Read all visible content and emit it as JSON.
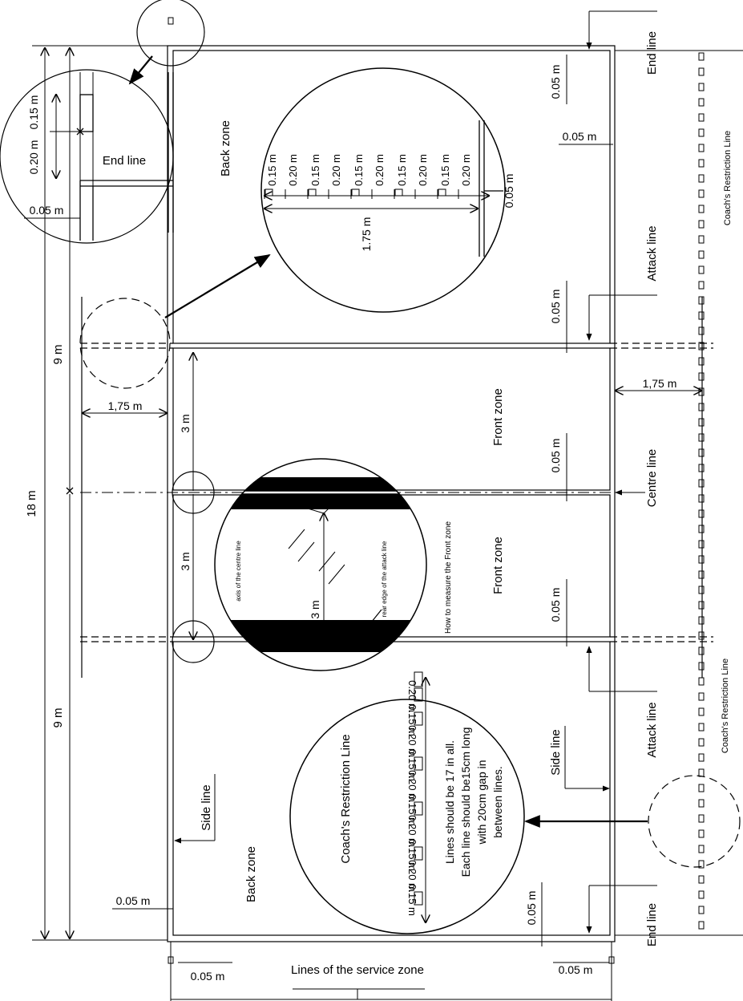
{
  "labels": {
    "back_zone_top": "Back zone",
    "back_zone_bottom": "Back zone",
    "front_zone_upper": "Front zone",
    "front_zone_lower": "Front zone",
    "end_line_top": "End line",
    "end_line_bottom": "End line",
    "attack_line_top": "Attack line",
    "attack_line_bottom": "Attack line",
    "centre_line": "Centre line",
    "side_line_right": "Side line",
    "side_line_left": "Side line",
    "coach_line_top": "Coach's Restriction Line",
    "coach_line_bottom": "Coach's Restriction Line",
    "service_zone": "Lines of the service zone",
    "end_line_detail": "End line",
    "how_to_measure": "How to measure the Front zone",
    "axis_centre": "axis of the centre line",
    "rear_edge": "rear edge\nof the attack line",
    "coach_detail_title": "Coach's Restriction Line",
    "coach_note_1": "Lines should be 17 in all.",
    "coach_note_2": "Each line should be15cm long",
    "coach_note_3": "with 20cm gap in",
    "coach_note_4": "between lines."
  },
  "dimensions": {
    "total_length": "18 m",
    "half_top": "9 m",
    "half_bottom": "9 m",
    "front_upper": "3 m",
    "front_lower": "3 m",
    "front_measure": "3 m",
    "coach_offset_left": "1,75 m",
    "coach_offset_right": "1,75 m",
    "w_005": "0.05 m",
    "w_015": "0.15 m",
    "w_020": "0.20 m",
    "coach_length": "1.75 m"
  },
  "detail_top_segments": [
    "0.15 m",
    "0.20 m",
    "0.15 m",
    "0.20 m",
    "0.15 m",
    "0.20 m",
    "0.15 m",
    "0.20 m",
    "0.15 m",
    "0.20 m"
  ],
  "detail_bottom_segments": [
    "0.20 m",
    "0.15 m",
    "0.20 m",
    "0.15 m",
    "0.20 m",
    "0.15 m",
    "0.20 m",
    "0.15 m",
    "0.20 m",
    "0.15 m"
  ]
}
